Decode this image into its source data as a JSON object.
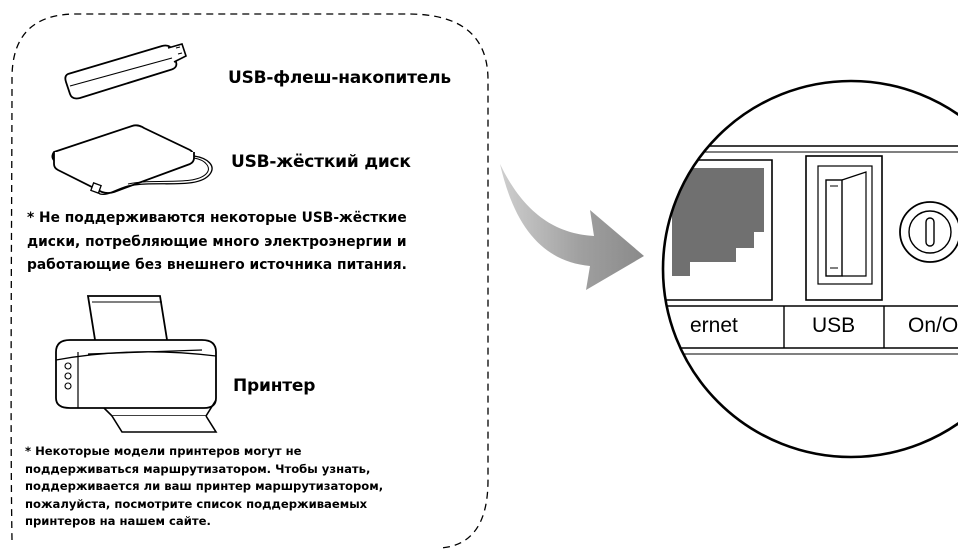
{
  "devices": {
    "usb_flash_label": "USB-флеш-накопитель",
    "usb_hdd_label": "USB-жёсткий диск",
    "printer_label": "Принтер"
  },
  "notes": {
    "hdd_lines": [
      "* Не поддерживаются некоторые USB-жёсткие",
      "диски, потребляющие много электроэнергии и",
      "работающие без внешнего источника питания."
    ],
    "printer_lines": [
      "* Некоторые модели принтеров могут не",
      "поддерживаться маршрутизатором. Чтобы узнать,",
      "поддерживается ли ваш принтер маршрутизатором,",
      "пожалуйста, посмотрите список поддерживаемых",
      "принтеров на нашем сайте."
    ]
  },
  "ports": {
    "ethernet_label": "ernet",
    "usb_label": "USB",
    "onoff_label": "On/O"
  },
  "icons": {
    "arrow": "curved-arrow-icon",
    "flash": "usb-flash-drive-icon",
    "hdd": "usb-hard-drive-icon",
    "printer": "printer-icon"
  },
  "colors": {
    "arrow_gray": "#9b9b9b",
    "port_gray": "#707070",
    "line_black": "#000000"
  }
}
